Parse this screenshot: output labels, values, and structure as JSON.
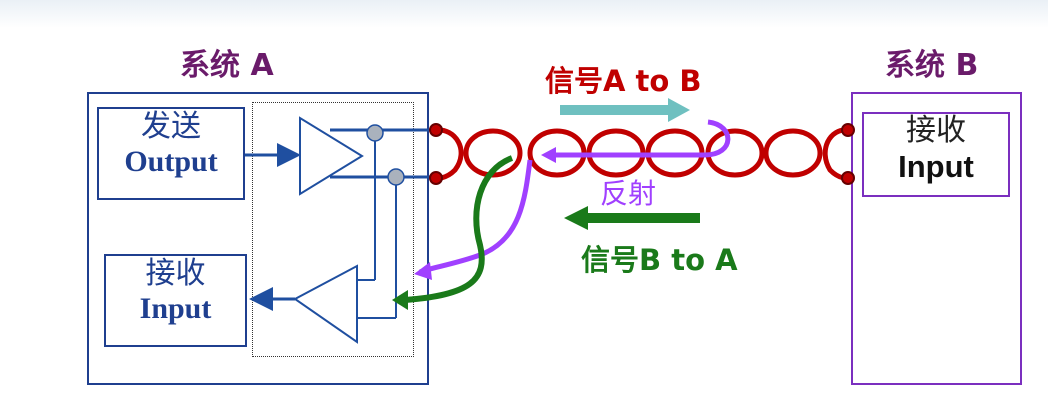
{
  "system_a": {
    "title": "系统 A",
    "transmit_block": {
      "label_cn": "发送",
      "label_en": "Output"
    },
    "receive_block": {
      "label_cn": "接收",
      "label_en": "Input"
    }
  },
  "system_b": {
    "title": "系统 B",
    "receive_block": {
      "label_cn": "接收",
      "label_en": "Input"
    }
  },
  "signals": {
    "a_to_b": "信号A to B",
    "reflection": "反射",
    "b_to_a": "信号B to A"
  },
  "colors": {
    "system_a_border": "#1f3f8f",
    "system_b_border": "#7b2fbf",
    "title_purple": "#6a1b6a",
    "twisted_pair": "#c00000",
    "signal_a_to_b": "#c00000",
    "signal_a_to_b_arrow": "#6fc0c0",
    "reflection": "#a040ff",
    "signal_b_to_a": "#1a7a1a",
    "wire_blue": "#1f4fa0"
  }
}
